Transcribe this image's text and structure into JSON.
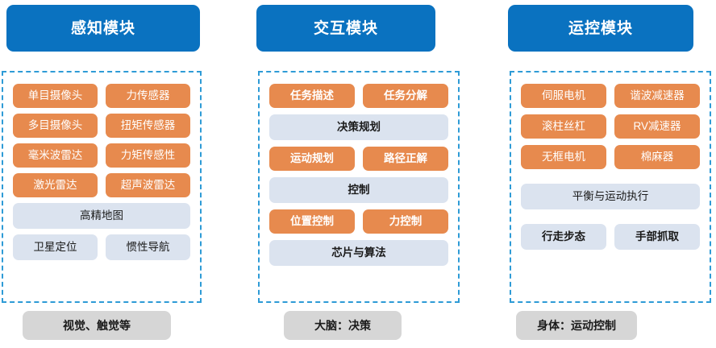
{
  "theme": {
    "header_blue": "#0a72c0",
    "dashed_border_blue": "#2e9bd6",
    "chip_orange": "#e78a4e",
    "chip_grayblue": "#dbe3ef",
    "caption_gray": "#d6d6d6",
    "page_background": "#ffffff"
  },
  "columns": [
    {
      "id": "perception",
      "header": "感知模块",
      "caption": "视觉、触觉等",
      "rows": [
        {
          "cells": [
            {
              "label": "单目摄像头",
              "style": "orange"
            },
            {
              "label": "力传感器",
              "style": "orange"
            }
          ]
        },
        {
          "cells": [
            {
              "label": "多目摄像头",
              "style": "orange"
            },
            {
              "label": "扭矩传感器",
              "style": "orange"
            }
          ]
        },
        {
          "cells": [
            {
              "label": "毫米波雷达",
              "style": "orange"
            },
            {
              "label": "力矩传感性",
              "style": "orange"
            }
          ]
        },
        {
          "cells": [
            {
              "label": "激光雷达",
              "style": "orange"
            },
            {
              "label": "超声波雷达",
              "style": "orange"
            }
          ]
        },
        {
          "cells": [
            {
              "label": "高精地图",
              "style": "grayblue"
            }
          ]
        },
        {
          "cells": [
            {
              "label": "卫星定位",
              "style": "grayblue"
            },
            {
              "label": "惯性导航",
              "style": "grayblue"
            }
          ]
        }
      ]
    },
    {
      "id": "interaction",
      "header": "交互模块",
      "caption": "大脑：决策",
      "rows": [
        {
          "cells": [
            {
              "label": "任务描述",
              "style": "orange-bold"
            },
            {
              "label": "任务分解",
              "style": "orange-bold"
            }
          ]
        },
        {
          "cells": [
            {
              "label": "决策规划",
              "style": "grayblue-bold"
            }
          ]
        },
        {
          "cells": [
            {
              "label": "运动规划",
              "style": "orange-bold"
            },
            {
              "label": "路径正解",
              "style": "orange-bold"
            }
          ]
        },
        {
          "cells": [
            {
              "label": "控制",
              "style": "grayblue-bold"
            }
          ]
        },
        {
          "cells": [
            {
              "label": "位置控制",
              "style": "orange-bold"
            },
            {
              "label": "力控制",
              "style": "orange-bold"
            }
          ]
        },
        {
          "cells": [
            {
              "label": "芯片与算法",
              "style": "grayblue-bold"
            }
          ]
        }
      ]
    },
    {
      "id": "motion-control",
      "header": "运控模块",
      "caption": "身体：运动控制",
      "rows": [
        {
          "cells": [
            {
              "label": "伺服电机",
              "style": "orange"
            },
            {
              "label": "谐波减速器",
              "style": "orange"
            }
          ]
        },
        {
          "cells": [
            {
              "label": "滚柱丝杠",
              "style": "orange"
            },
            {
              "label": "RV减速器",
              "style": "orange"
            }
          ]
        },
        {
          "cells": [
            {
              "label": "无框电机",
              "style": "orange"
            },
            {
              "label": "棉麻器",
              "style": "orange"
            }
          ]
        },
        {
          "cells": [
            {
              "label": "平衡与运动执行",
              "style": "grayblue"
            }
          ]
        },
        {
          "cells": [
            {
              "label": "行走步态",
              "style": "grayblue-bold"
            },
            {
              "label": "手部抓取",
              "style": "grayblue-bold"
            }
          ]
        }
      ]
    }
  ]
}
